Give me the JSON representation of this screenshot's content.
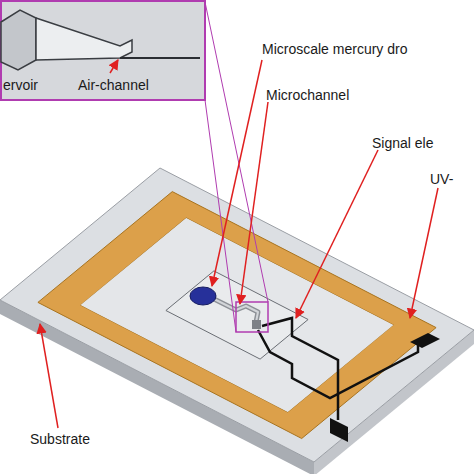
{
  "diagram": {
    "labels": [
      "ervoir",
      "Air-channel",
      "Microscale mercury dro",
      "Microchannel",
      "Signal ele",
      "UV-",
      "Substrate"
    ]
  }
}
